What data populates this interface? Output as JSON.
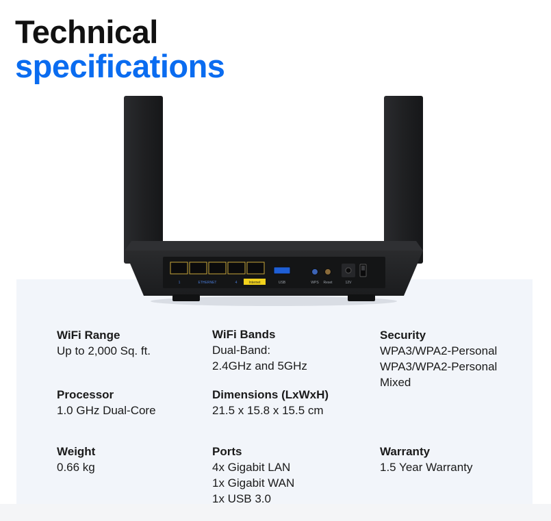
{
  "title": {
    "line1": "Technical",
    "line2": "specifications"
  },
  "router_labels": {
    "port1": "1",
    "ethernet": "ETHERNET",
    "port4": "4",
    "wan": "Internet",
    "usb": "USB",
    "wps": "WPS",
    "reset": "Reset",
    "power": "12V"
  },
  "specs": {
    "wifi_range": {
      "label": "WiFi Range",
      "lines": [
        "Up to 2,000 Sq. ft."
      ]
    },
    "wifi_bands": {
      "label": "WiFi Bands",
      "lines": [
        "Dual-Band:",
        "2.4GHz and 5GHz"
      ]
    },
    "security": {
      "label": "Security",
      "lines": [
        "WPA3/WPA2-Personal",
        "WPA3/WPA2-Personal",
        "Mixed"
      ]
    },
    "processor": {
      "label": "Processor",
      "lines": [
        "1.0 GHz Dual-Core"
      ]
    },
    "dimensions": {
      "label": "Dimensions (LxWxH)",
      "lines": [
        "21.5 x 15.8 x 15.5 cm"
      ]
    },
    "weight": {
      "label": "Weight",
      "lines": [
        "0.66 kg"
      ]
    },
    "ports": {
      "label": "Ports",
      "lines": [
        "4x Gigabit LAN",
        "1x Gigabit WAN",
        "1x USB 3.0"
      ]
    },
    "warranty": {
      "label": "Warranty",
      "lines": [
        "1.5 Year Warranty"
      ]
    }
  },
  "colors": {
    "accent": "#0a6cf0",
    "heading": "#111111",
    "panel": "#f2f5fa",
    "router_body": "#232426",
    "wan_port": "#f2d21c",
    "usb_port": "#1f5fd6"
  }
}
